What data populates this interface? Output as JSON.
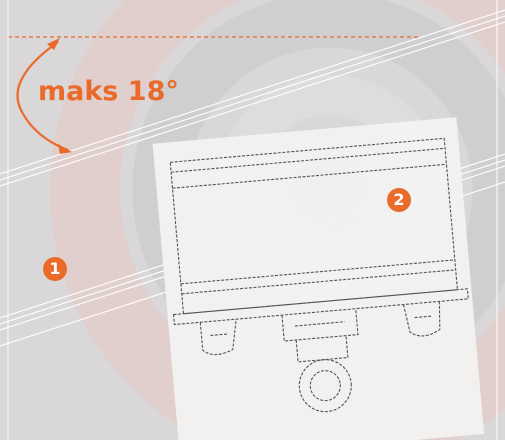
{
  "angle_label": "maks 18°",
  "callouts": {
    "rail": "1",
    "trolley": "2"
  },
  "colors": {
    "accent": "#ea6a2a",
    "background": "#d9d7d8",
    "line": "#ffffff",
    "drawing": "#555555"
  }
}
